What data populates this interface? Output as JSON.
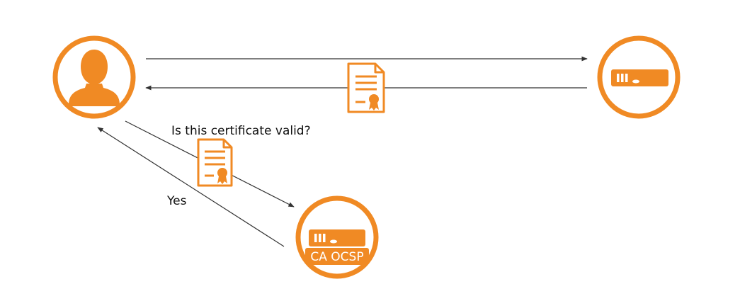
{
  "labels": {
    "question": "Is this certificate valid?",
    "answer": "Yes",
    "ocsp_node": "CA OCSP"
  },
  "colors": {
    "accent": "#F08A24",
    "line": "#333333",
    "background": "#ffffff"
  },
  "icons": {
    "client": "user-icon",
    "server": "server-icon",
    "ocsp": "server-icon",
    "certificate": "certificate-icon"
  }
}
